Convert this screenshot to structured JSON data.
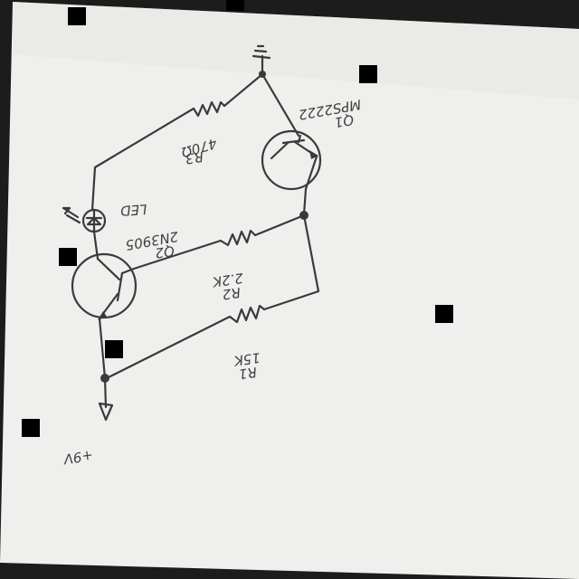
{
  "labels": {
    "supply": "+9V",
    "r1_name": "R1",
    "r1_value": "15K",
    "r2_name": "R2",
    "r2_value": "2.2K",
    "r3_name": "R3",
    "r3_value": "470Ω",
    "q1_name": "Q1",
    "q1_part": "MPS2222",
    "q2_name": "Q2",
    "q2_part": "2N3905",
    "led": "LED"
  },
  "colors": {
    "paper": "#efefed",
    "ink": "#3a3a3a",
    "background": "#1c1c1c",
    "marker": "#000000"
  }
}
